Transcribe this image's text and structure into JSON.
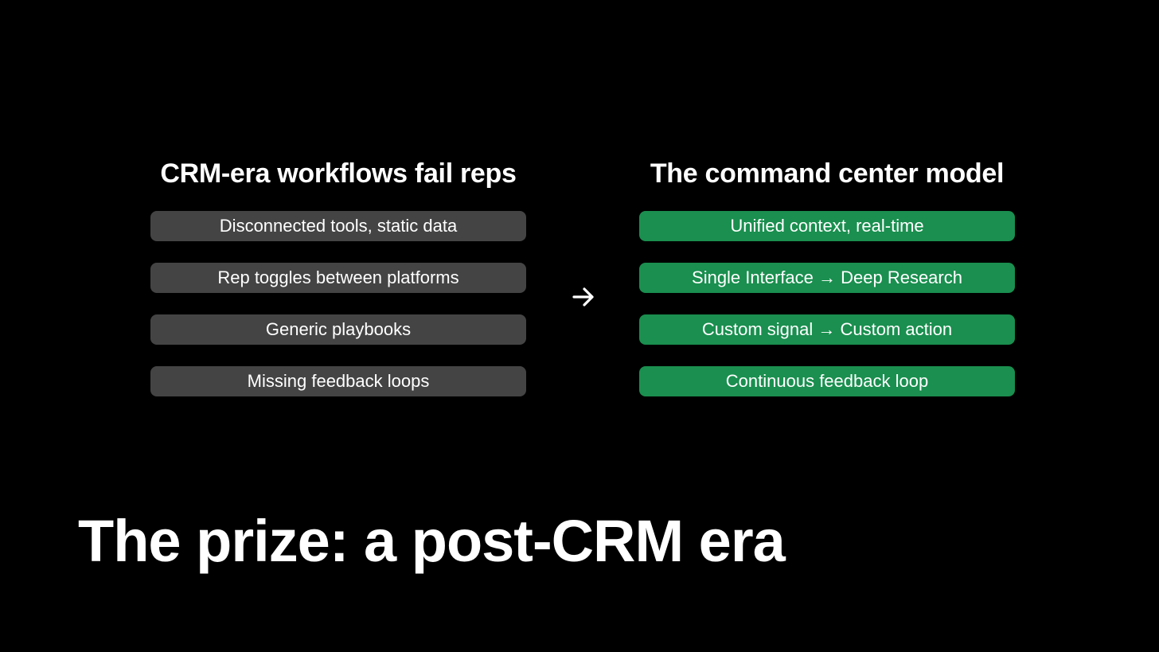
{
  "left_column": {
    "title": "CRM-era workflows fail reps",
    "items": [
      "Disconnected tools, static data",
      "Rep toggles between platforms",
      "Generic playbooks",
      "Missing feedback loops"
    ],
    "pill_color": "#444444"
  },
  "right_column": {
    "title": "The command center model",
    "items": [
      "Unified context, real-time",
      "Single Interface → Deep Research",
      "Custom signal → Custom action",
      "Continuous feedback loop"
    ],
    "pill_color": "#1a8f4f"
  },
  "transition_icon": "arrow-right-icon",
  "headline": "The prize: a post-CRM era",
  "colors": {
    "background": "#000000",
    "text": "#ffffff"
  }
}
